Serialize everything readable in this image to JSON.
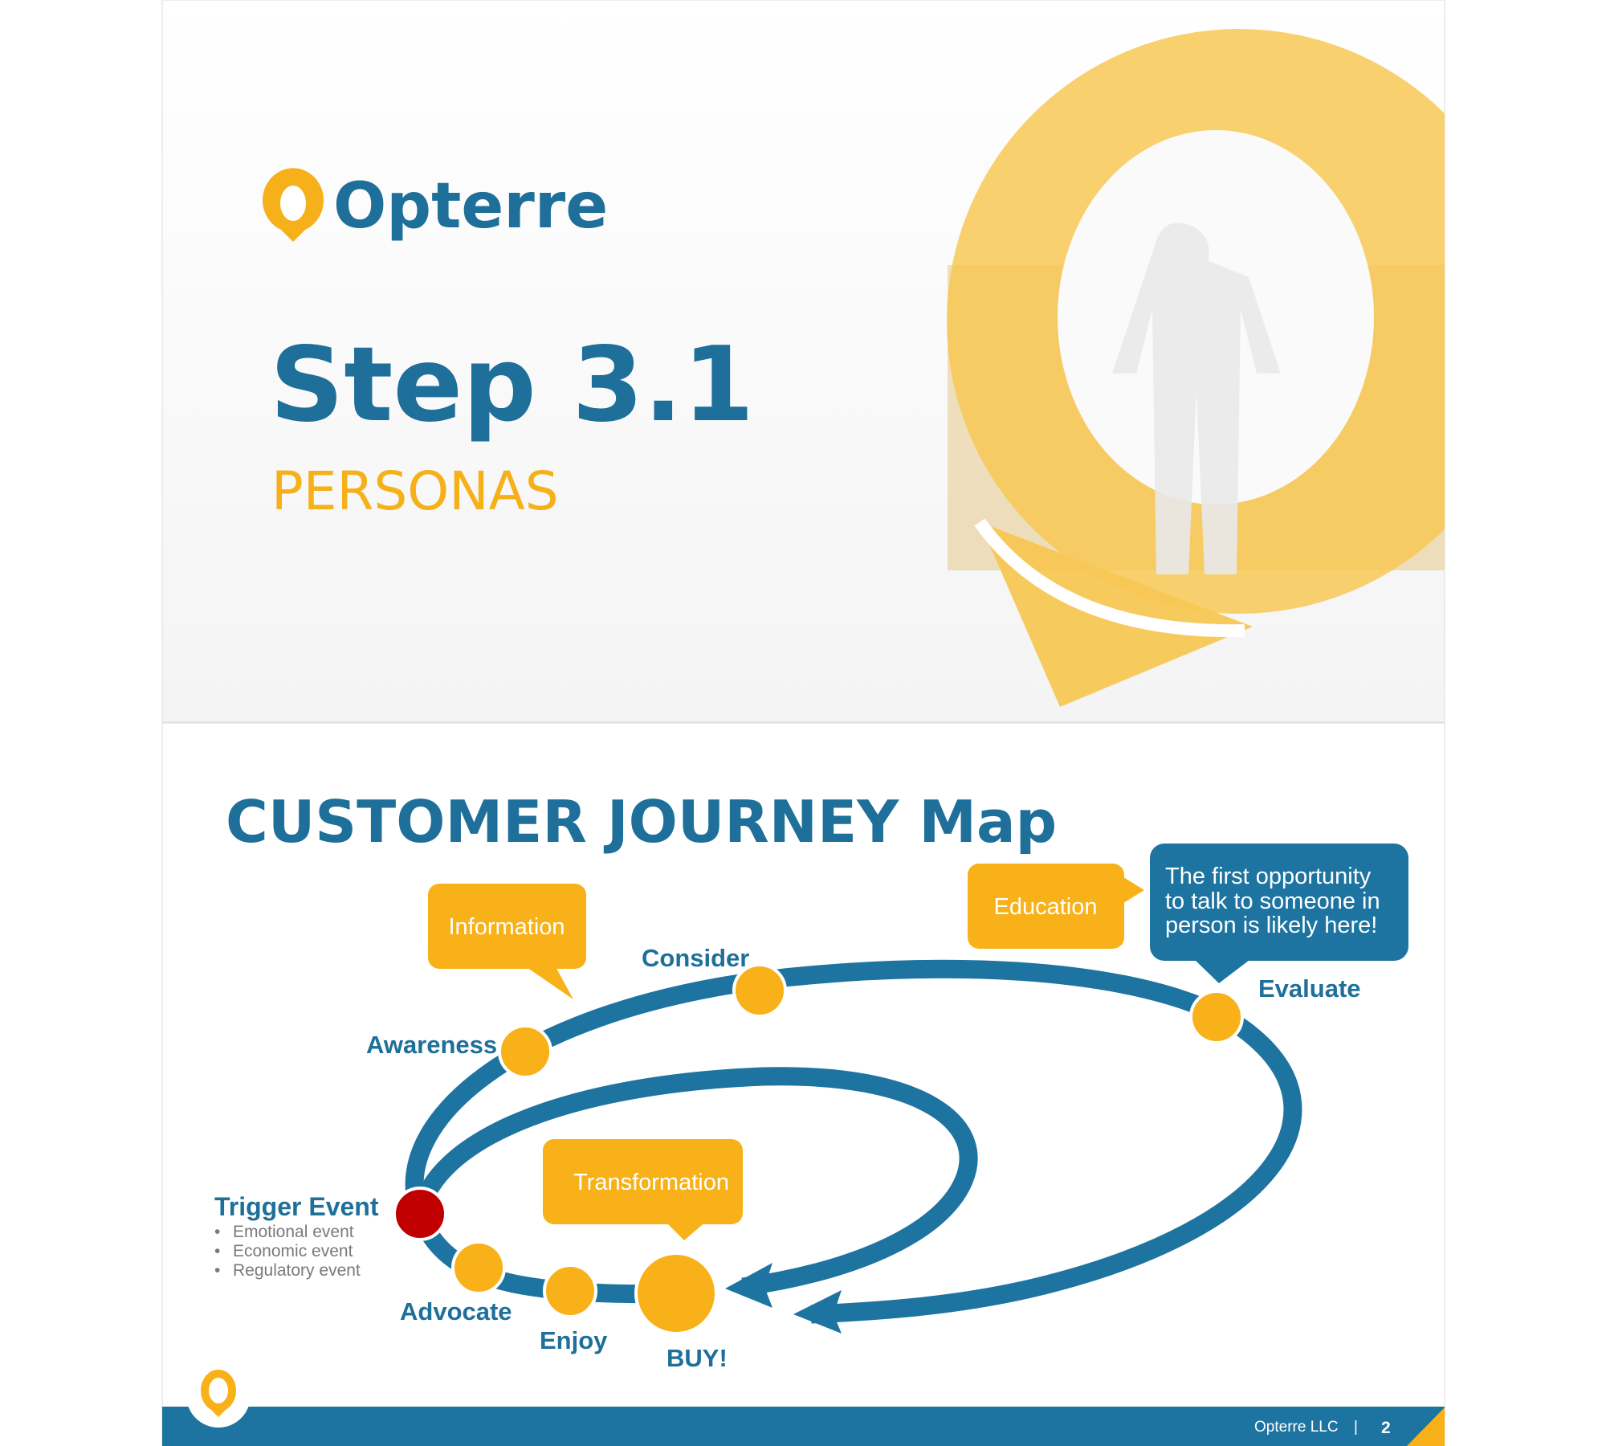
{
  "slide1": {
    "logo_text": "Opterre",
    "title": "Step 3.1",
    "subtitle": "PERSONAS"
  },
  "slide2": {
    "title": "CUSTOMER JOURNEY Map",
    "stages": {
      "awareness": "Awareness",
      "consider": "Consider",
      "evaluate": "Evaluate",
      "advocate": "Advocate",
      "enjoy": "Enjoy",
      "buy": "BUY!"
    },
    "trigger": {
      "title": "Trigger Event",
      "bullets": [
        "Emotional event",
        "Economic event",
        "Regulatory event"
      ]
    },
    "callouts": {
      "information": "Information",
      "education": "Education",
      "transformation": "Transformation",
      "note_lines": [
        "The first opportunity",
        "to talk to someone in",
        "person is likely here!"
      ]
    },
    "footer": {
      "company": "Opterre LLC",
      "separator": "|",
      "page": "2"
    }
  },
  "colors": {
    "blue": "#1e74a0",
    "orange": "#f8b118",
    "red": "#c00000"
  }
}
